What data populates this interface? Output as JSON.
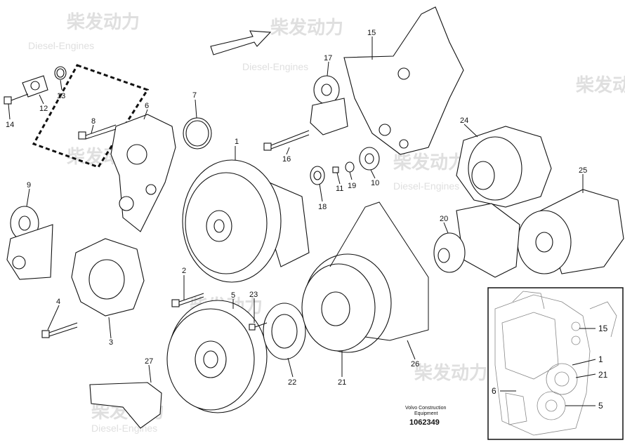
{
  "callouts": [
    {
      "id": "p1",
      "label": "1"
    },
    {
      "id": "p2",
      "label": "2"
    },
    {
      "id": "p3",
      "label": "3"
    },
    {
      "id": "p4",
      "label": "4"
    },
    {
      "id": "p5",
      "label": "5"
    },
    {
      "id": "p6",
      "label": "6"
    },
    {
      "id": "p7",
      "label": "7"
    },
    {
      "id": "p8",
      "label": "8"
    },
    {
      "id": "p9",
      "label": "9"
    },
    {
      "id": "p10",
      "label": "10"
    },
    {
      "id": "p11",
      "label": "11"
    },
    {
      "id": "p12",
      "label": "12"
    },
    {
      "id": "p13",
      "label": "13"
    },
    {
      "id": "p14",
      "label": "14"
    },
    {
      "id": "p15",
      "label": "15"
    },
    {
      "id": "p16",
      "label": "16"
    },
    {
      "id": "p17",
      "label": "17"
    },
    {
      "id": "p18",
      "label": "18"
    },
    {
      "id": "p19",
      "label": "19"
    },
    {
      "id": "p20",
      "label": "20"
    },
    {
      "id": "p21",
      "label": "21"
    },
    {
      "id": "p22",
      "label": "22"
    },
    {
      "id": "p23",
      "label": "23"
    },
    {
      "id": "p24",
      "label": "24"
    },
    {
      "id": "p25",
      "label": "25"
    },
    {
      "id": "p26",
      "label": "26"
    },
    {
      "id": "p27",
      "label": "27"
    }
  ],
  "inset_callouts": [
    {
      "id": "i15",
      "label": "15"
    },
    {
      "id": "i1",
      "label": "1"
    },
    {
      "id": "i21",
      "label": "21"
    },
    {
      "id": "i6",
      "label": "6"
    },
    {
      "id": "i5",
      "label": "5"
    }
  ],
  "footer": {
    "brand_line1": "Volvo Construction",
    "brand_line2": "Equipment",
    "drawing_number": "1062349"
  },
  "watermark": {
    "cn": "柴发动力",
    "en": "Diesel-Engines"
  }
}
